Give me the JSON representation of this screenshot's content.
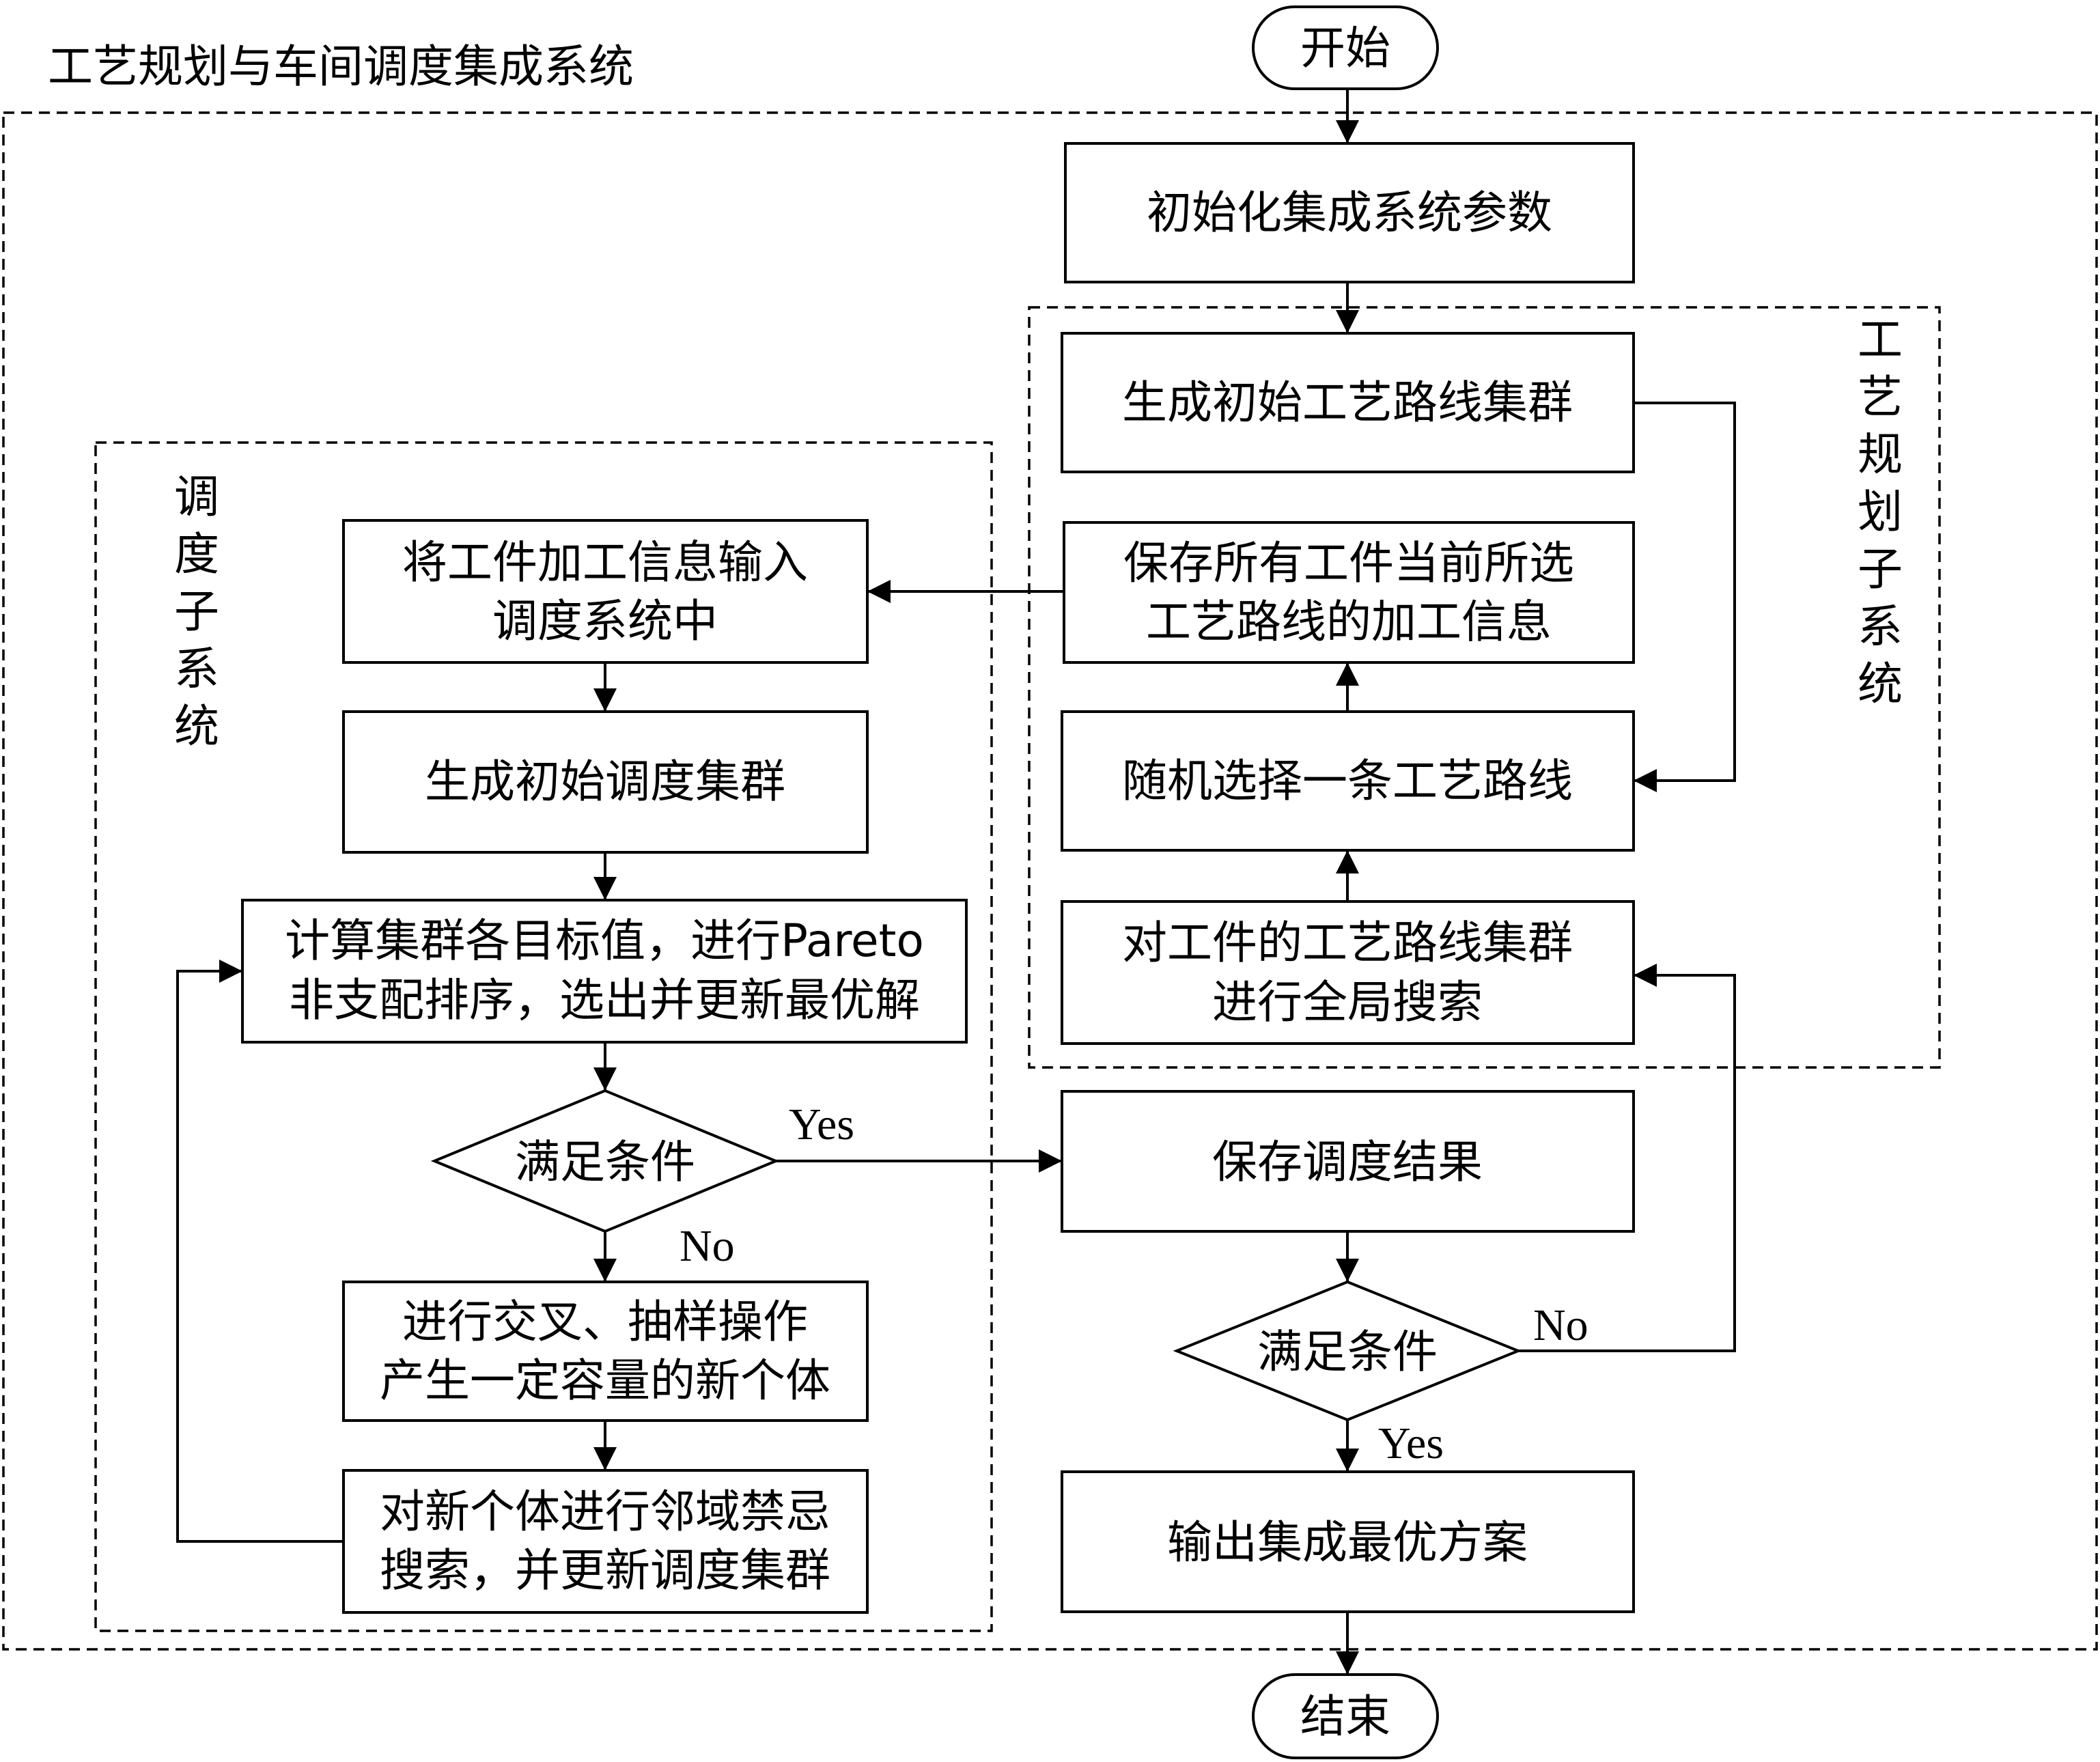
{
  "system_title": "工艺规划与车间调度集成系统",
  "process_subsystem_label": "工艺规划子系统",
  "schedule_subsystem_label": "调度子系统",
  "nodes": {
    "start": "开始",
    "init": "初始化集成系统参数",
    "gen_routes": "生成初始工艺路线集群",
    "save_info": [
      "保存所有工件当前所选",
      "工艺路线的加工信息"
    ],
    "random_select": "随机选择一条工艺路线",
    "global_search": [
      "对工件的工艺路线集群",
      "进行全局搜索"
    ],
    "input_info": [
      "将工件加工信息输入",
      "调度系统中"
    ],
    "gen_schedule": "生成初始调度集群",
    "calc_pareto": [
      "计算集群各目标值，进行Pareto",
      "非支配排序，选出并更新最优解"
    ],
    "condition_left": "满足条件",
    "crossover": [
      "进行交叉、抽样操作",
      "产生一定容量的新个体"
    ],
    "tabu": [
      "对新个体进行邻域禁忌",
      "搜索，并更新调度集群"
    ],
    "save_schedule": "保存调度结果",
    "condition_right": "满足条件",
    "output": "输出集成最优方案",
    "end": "结束"
  },
  "edge_labels": {
    "left_yes": "Yes",
    "left_no": "No",
    "right_no": "No",
    "right_yes": "Yes"
  }
}
